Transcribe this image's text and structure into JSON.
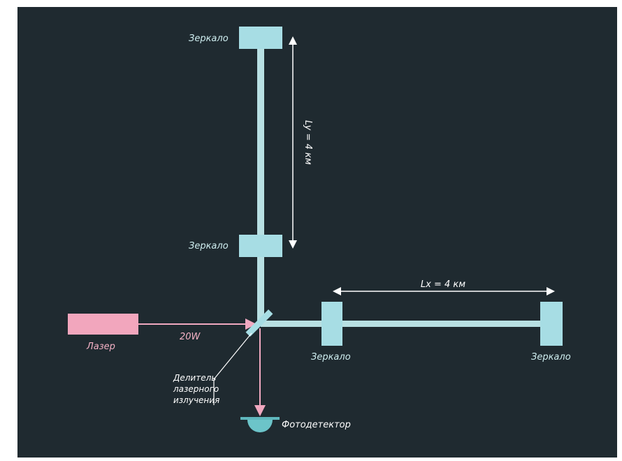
{
  "colors": {
    "background": "#1f2a30",
    "beam": "#b8e0e3",
    "mirror": "#a7dde4",
    "laser": "#f2a6bd",
    "laser_beam": "#f0a8c0",
    "text": "#cfeef0",
    "laser_text": "#f5b2c6",
    "arrow": "#ffffff"
  },
  "labels": {
    "mirror_top": "Зеркало",
    "mirror_middle": "Зеркало",
    "mirror_x_near": "Зеркало",
    "mirror_x_far": "Зеркало",
    "ly": "Ly = 4 км",
    "lx": "Lx = 4 км",
    "laser": "Лазер",
    "power": "20W",
    "splitter_line1": "Делитель",
    "splitter_line2": "лазерного",
    "splitter_line3": "излучения",
    "detector": "Фотодетектор"
  }
}
